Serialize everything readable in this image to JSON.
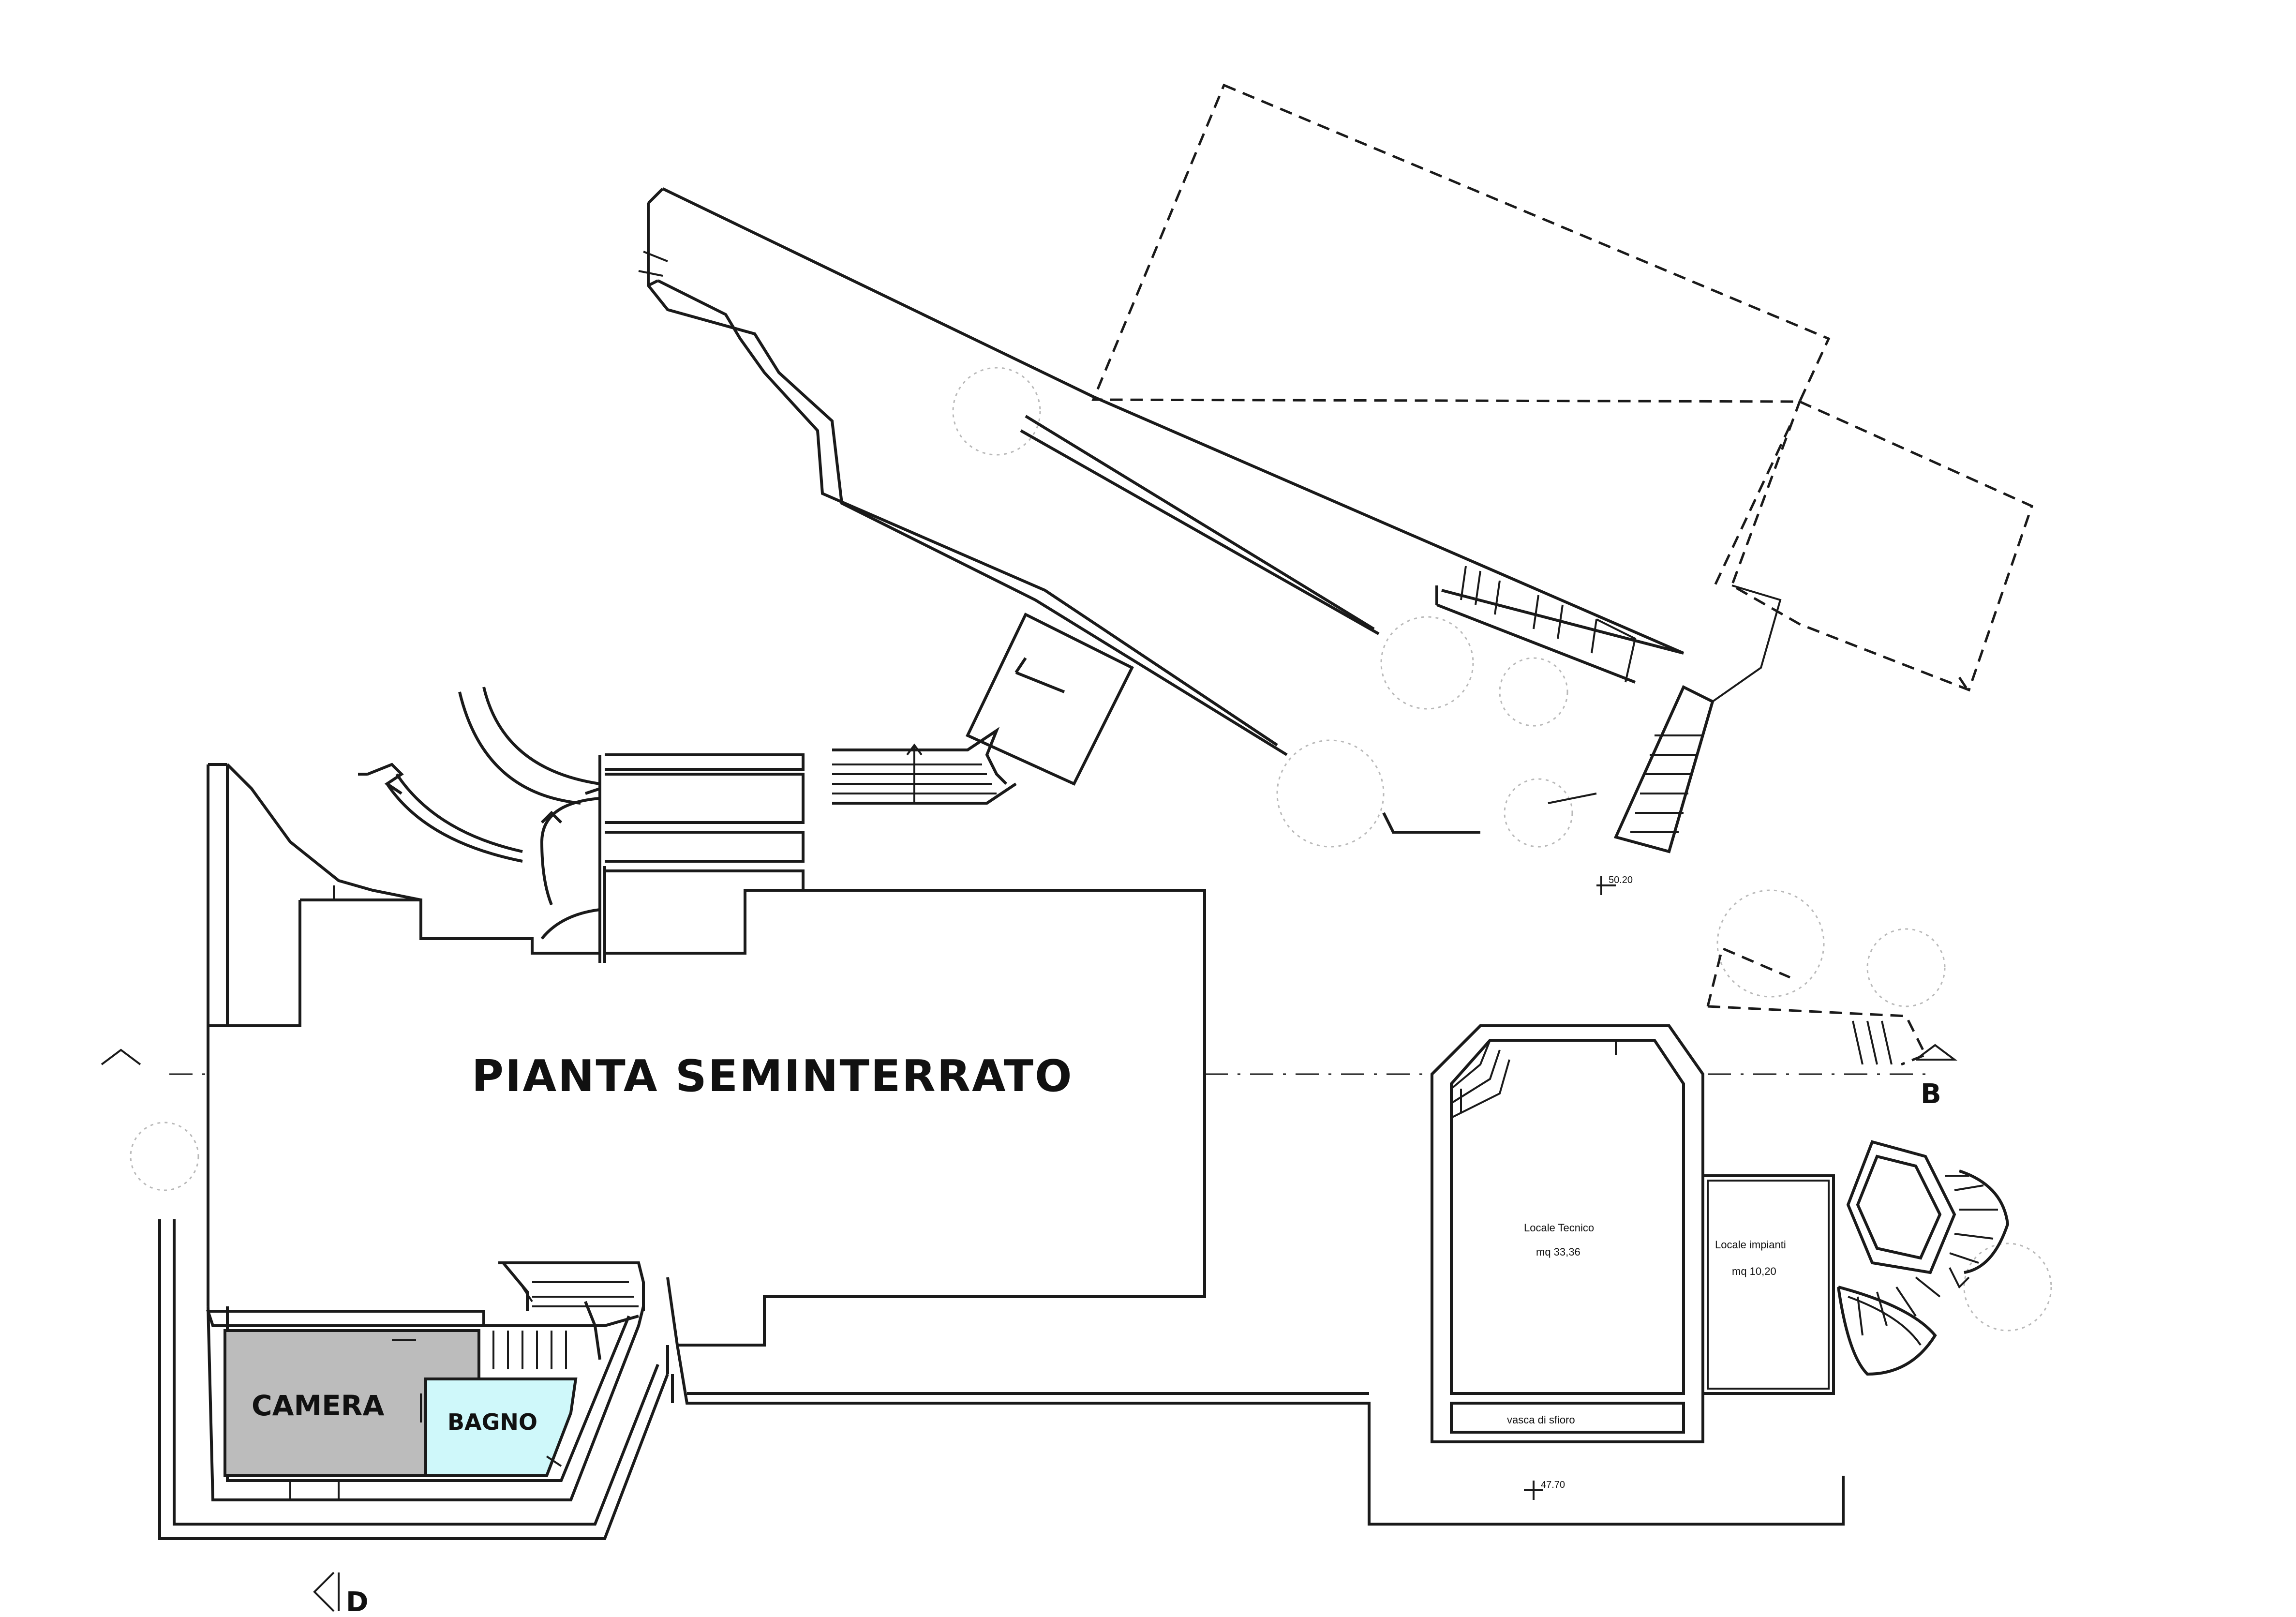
{
  "plan": {
    "title": "PIANTA SEMINTERRATO",
    "rooms": {
      "camera": "CAMERA",
      "bagno": "BAGNO",
      "locale_tecnico": {
        "name": "Locale Tecnico",
        "area": "mq 33,36"
      },
      "locale_impianti": {
        "name": "Locale impianti",
        "area": "mq 10,20"
      },
      "vasca": "vasca di sfioro"
    },
    "section_marks": {
      "b": "B",
      "d": "D"
    },
    "levels": {
      "upper": "50.20",
      "lower": "47.70"
    }
  }
}
